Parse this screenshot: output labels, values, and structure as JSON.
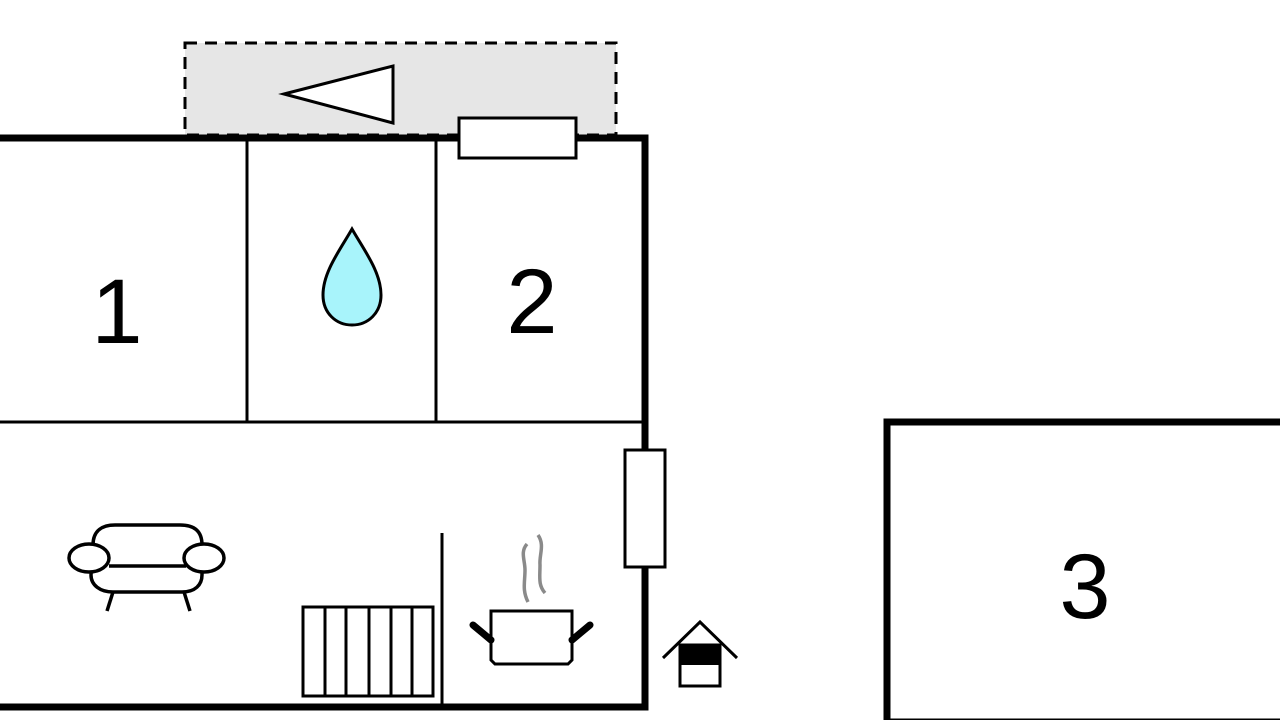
{
  "floorplan": {
    "rooms": [
      {
        "label": "1",
        "type": "bedroom"
      },
      {
        "label": "2",
        "type": "bedroom"
      },
      {
        "label": "3",
        "type": "bedroom"
      }
    ],
    "icons": [
      "terrace-arrow-icon",
      "bathroom-drop-icon",
      "sofa-icon",
      "staircase-icon",
      "cooking-pot-icon",
      "entrance-house-icon"
    ],
    "colors": {
      "wall": "#000000",
      "terrace": "#e6e6e6",
      "water": "#a8f4fb",
      "steam": "#8a8a8a"
    }
  }
}
